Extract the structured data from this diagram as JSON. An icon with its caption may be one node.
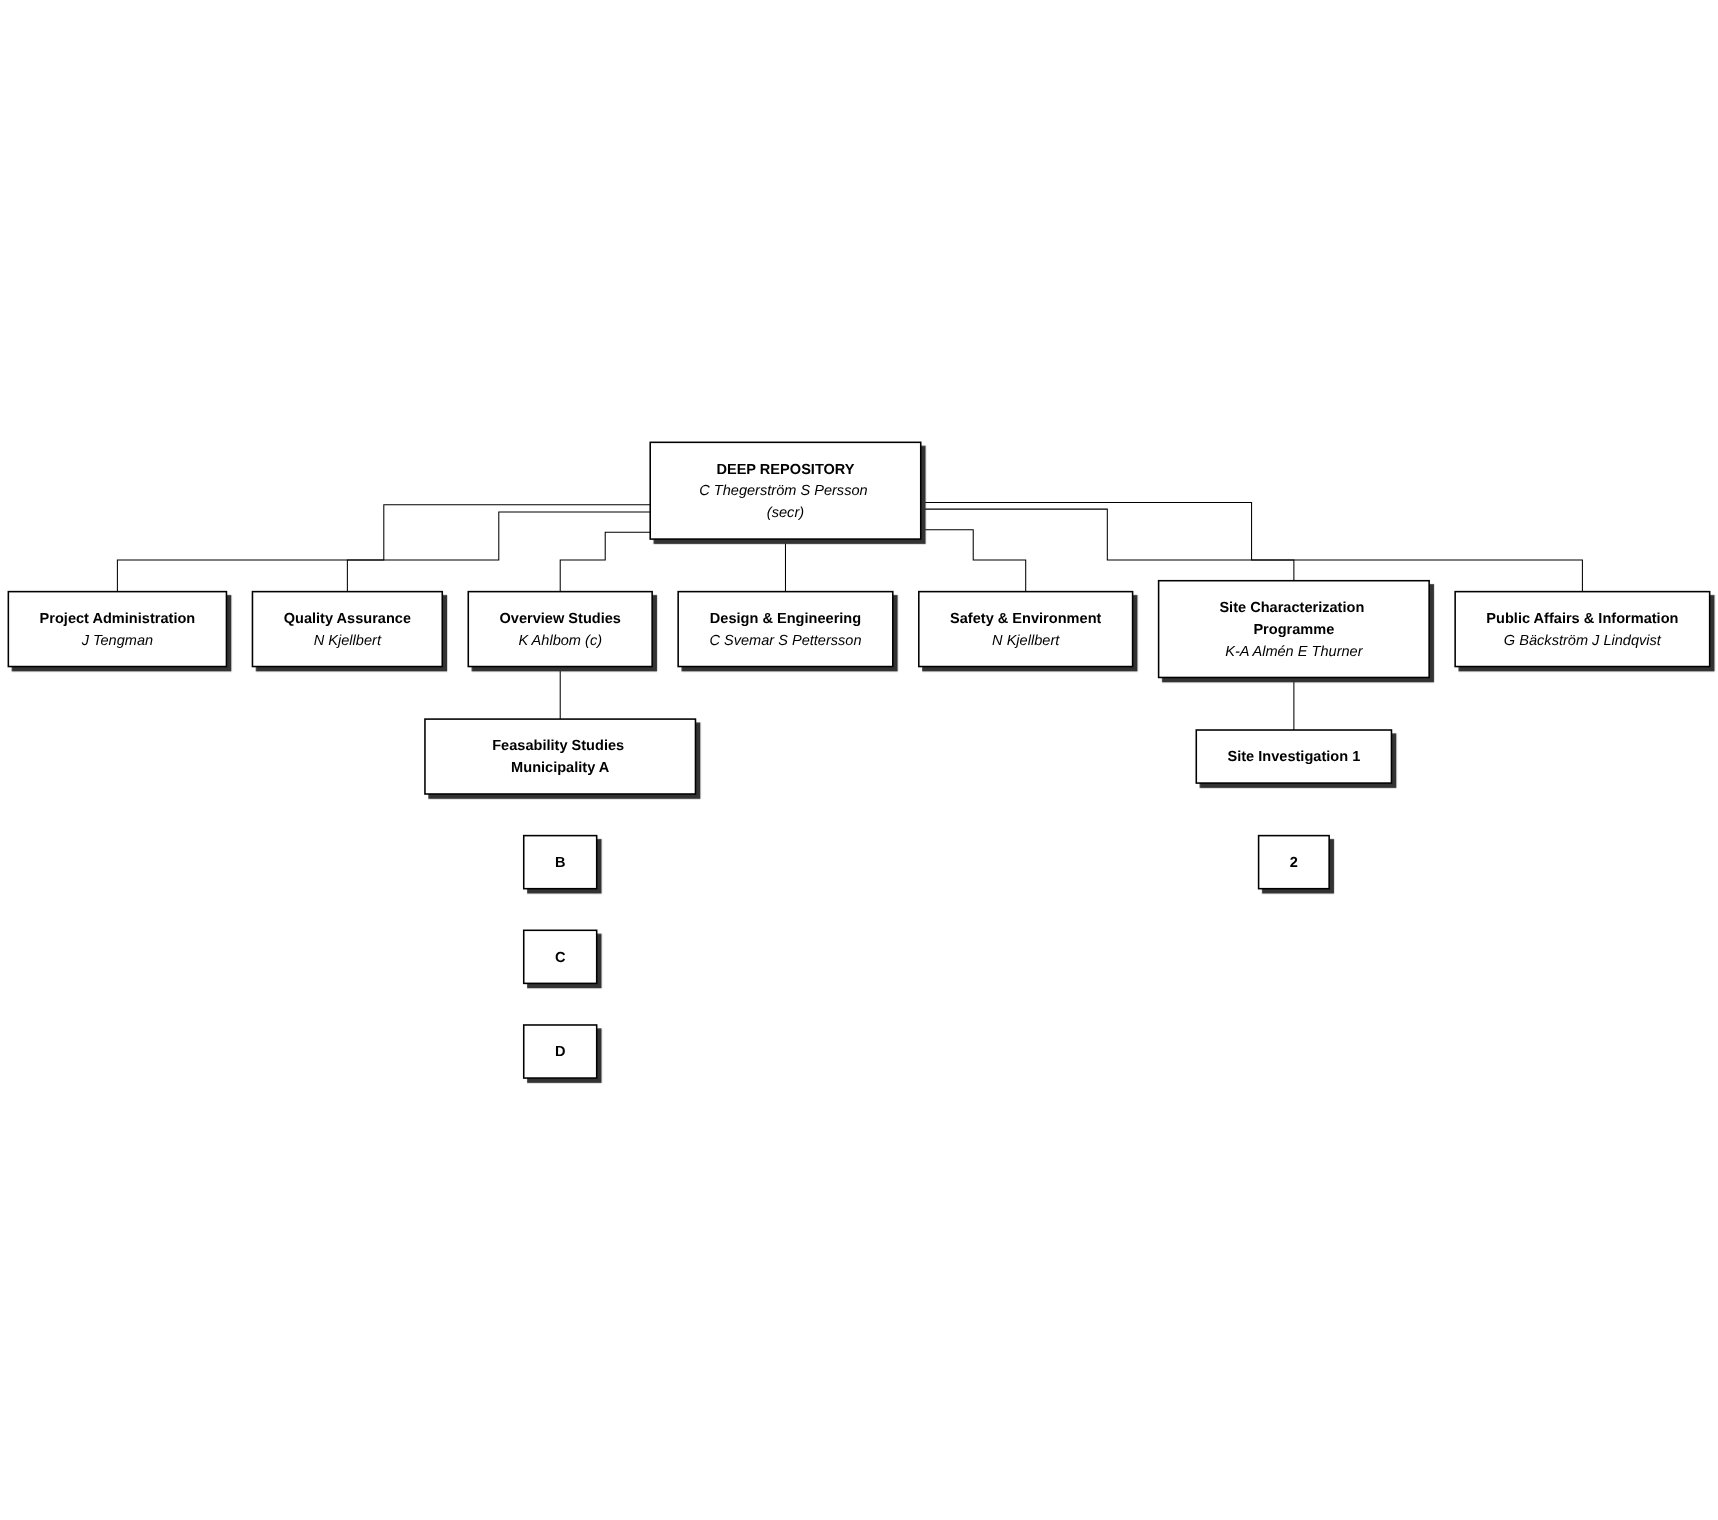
{
  "diagram": {
    "nodes": [
      {
        "text": [
          "DEEP REPOSITORY",
          "C Thegerström S Persson (secr)"
        ]
      },
      {
        "text": [
          "Project Administration",
          "J Tengman"
        ]
      },
      {
        "text": [
          "Quality Assurance",
          "N Kjellbert"
        ]
      },
      {
        "text": [
          "Overview Studies",
          "K Ahlbom (c)"
        ]
      },
      {
        "text": [
          "Design & Engineering",
          "C Svemar S Pettersson"
        ]
      },
      {
        "text": [
          "Safety & Environment",
          "N Kjellbert"
        ]
      },
      {
        "text": [
          "Site Characterization Programme",
          "K-A Almén E Thurner"
        ]
      },
      {
        "text": [
          "Public Affairs & Information",
          "G Bäckström J Lindqvist"
        ]
      },
      {
        "text": [
          "Feasability Studies Municipality A"
        ]
      },
      {
        "text": [
          "B"
        ]
      },
      {
        "text": [
          "C"
        ]
      },
      {
        "text": [
          "D"
        ]
      },
      {
        "text": [
          "Site Investigation 1"
        ]
      },
      {
        "text": [
          "2"
        ]
      }
    ],
    "edges": [
      {
        "from": 0,
        "to": 1,
        "arrow": "none"
      },
      {
        "from": 0,
        "to": 2,
        "arrow": "none"
      },
      {
        "from": 0,
        "to": 3,
        "arrow": "none"
      },
      {
        "from": 0,
        "to": 4,
        "arrow": "none"
      },
      {
        "from": 0,
        "to": 5,
        "arrow": "none"
      },
      {
        "from": 0,
        "to": 6,
        "arrow": "none"
      },
      {
        "from": 0,
        "to": 7,
        "arrow": "none"
      },
      {
        "from": 3,
        "to": 8,
        "arrow": "none"
      },
      {
        "from": 6,
        "to": 12,
        "arrow": "none"
      }
    ]
  }
}
